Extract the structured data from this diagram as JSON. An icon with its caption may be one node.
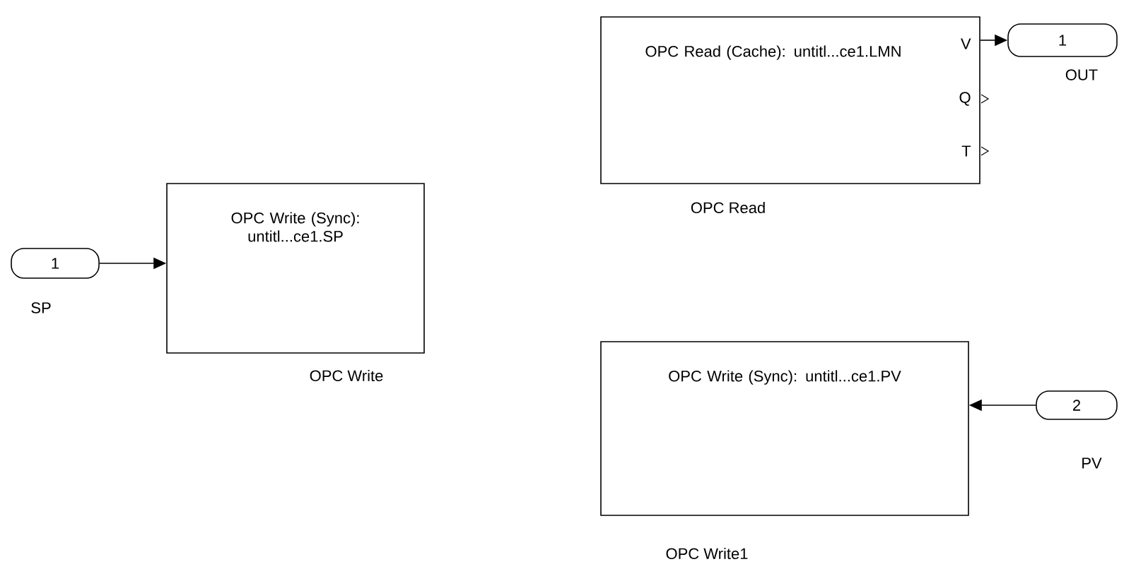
{
  "diagram": {
    "nodes": [
      {
        "text": [
          "OPC Read (Cache): untitl...ce1.LMN",
          "V",
          "Q",
          "T"
        ],
        "beside": [
          "OPC Read"
        ]
      },
      {
        "text": [
          "1"
        ],
        "beside": [
          "OUT"
        ]
      },
      {
        "text": [
          "1"
        ],
        "beside": [
          "SP"
        ]
      },
      {
        "text": [
          "OPC Write (Sync): untitl...ce1.SP"
        ],
        "beside": [
          "OPC Write"
        ]
      },
      {
        "text": [
          "OPC Write (Sync): untitl...ce1.PV"
        ],
        "beside": [
          "OPC Write1"
        ]
      },
      {
        "text": [
          "2"
        ],
        "beside": [
          "PV"
        ]
      }
    ],
    "edges": [
      {
        "from": 0,
        "to": 1,
        "arrow": "to"
      },
      {
        "from": 2,
        "to": 3,
        "arrow": "to"
      },
      {
        "from": 5,
        "to": 4,
        "arrow": "to"
      }
    ]
  }
}
